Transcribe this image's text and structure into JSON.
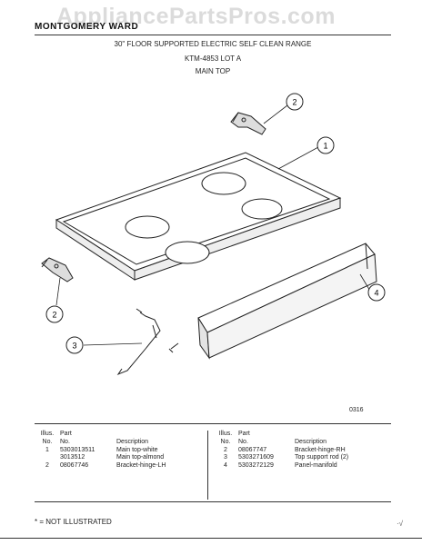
{
  "watermark": "AppliancePartsPros.com",
  "brand": "MONTGOMERY WARD",
  "title": "30\" FLOOR SUPPORTED ELECTRIC SELF CLEAN RANGE",
  "model": "KTM-4853 LOT A",
  "section": "MAIN TOP",
  "callouts": [
    "1",
    "2",
    "2",
    "3",
    "4"
  ],
  "diagram_code": "0316",
  "table": {
    "headers": {
      "illus": [
        "Illus.",
        "No."
      ],
      "part": [
        "Part",
        "No."
      ],
      "description": "Description"
    },
    "left_rows": [
      {
        "illus": "1",
        "part": "5303013511",
        "description": "Main top-white"
      },
      {
        "illus": "",
        "part": "3013512",
        "description": "Main top-almond"
      },
      {
        "illus": "2",
        "part": "08067746",
        "description": "Bracket-hinge-LH"
      }
    ],
    "right_rows": [
      {
        "illus": "2",
        "part": "08067747",
        "description": "Bracket-hinge-RH"
      },
      {
        "illus": "3",
        "part": "5303271609",
        "description": "Top support rod (2)"
      },
      {
        "illus": "4",
        "part": "5303272129",
        "description": "Panel-manifold"
      }
    ]
  },
  "footnote": "* = NOT ILLUSTRATED",
  "corner_mark": "·√"
}
